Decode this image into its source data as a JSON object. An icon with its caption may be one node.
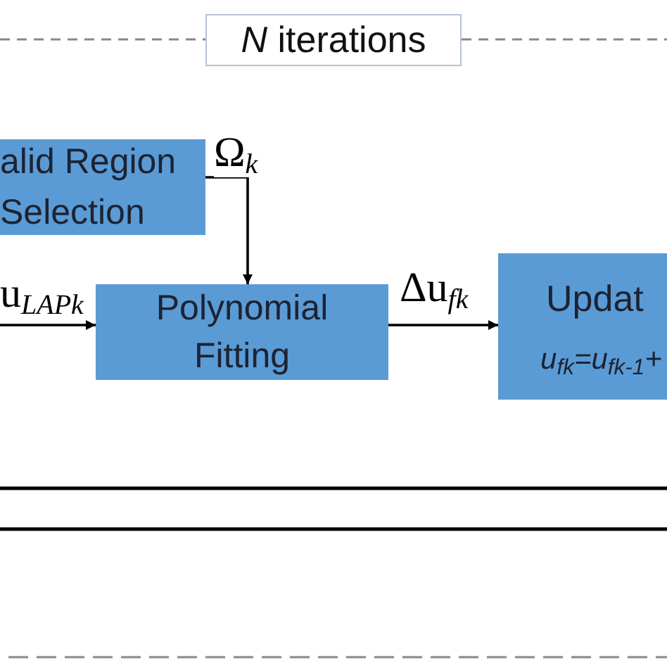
{
  "diagram": {
    "nodes": [
      {
        "text": [
          "*N* iterations"
        ]
      },
      {
        "text": [
          "alid Region Selection"
        ]
      },
      {
        "text": [
          "Polynomial Fitting"
        ]
      },
      {
        "text": [
          "Updat",
          "u$_{fk}$=u$_{fk-1}$+"
        ]
      }
    ],
    "edges": [
      {
        "from": 1,
        "to": 2,
        "arrow": "to",
        "label": "Ω$_{k}$"
      },
      {
        "from": null,
        "to": 2,
        "arrow": "to",
        "label": "u$_{LAPk}$"
      },
      {
        "from": 2,
        "to": 3,
        "arrow": "to",
        "label": "Δu$_{fk}$"
      }
    ]
  }
}
